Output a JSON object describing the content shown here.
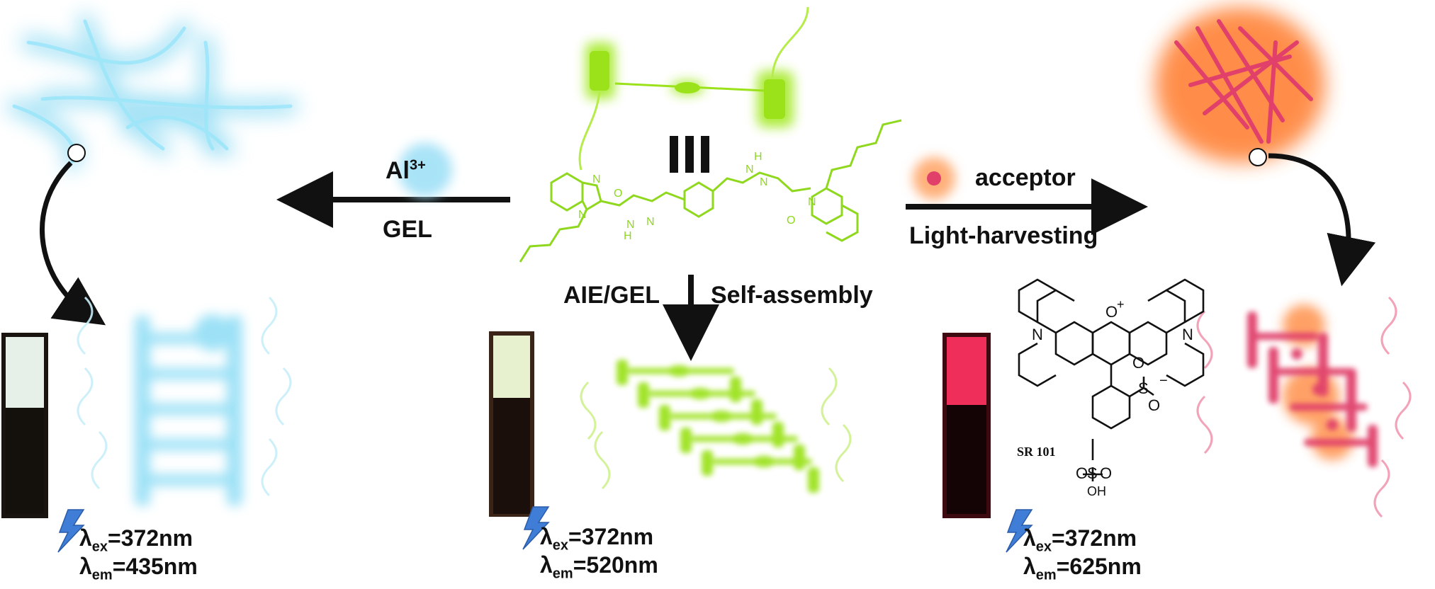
{
  "labels": {
    "metal_ion": "Al",
    "metal_ion_charge": "3+",
    "gel": "GEL",
    "aie_gel": "AIE/GEL",
    "self_assembly": "Self-assembly",
    "acceptor": "acceptor",
    "light_harvesting": "Light-harvesting",
    "dye_name": "SR 101"
  },
  "spectra": [
    {
      "ex_symbol": "λ",
      "ex_sub": "ex",
      "ex_value": "=372nm",
      "em_symbol": "λ",
      "em_sub": "em",
      "em_value": "=435nm"
    },
    {
      "ex_symbol": "λ",
      "ex_sub": "ex",
      "ex_value": "=372nm",
      "em_symbol": "λ",
      "em_sub": "em",
      "em_value": "=520nm"
    },
    {
      "ex_symbol": "λ",
      "ex_sub": "ex",
      "ex_value": "=372nm",
      "em_symbol": "λ",
      "em_sub": "em",
      "em_value": "=625nm"
    }
  ],
  "chem_atoms": {
    "n": "N",
    "h": "H",
    "o": "O",
    "oplus": "O",
    "plus": "+",
    "minus": "−",
    "s": "S",
    "oh": "OH"
  },
  "colors": {
    "blue_glow": "#7fd6f2",
    "green_glow": "#9be21a",
    "orange_glow": "#ff6a1a",
    "pink": "#e0406a",
    "arrow": "#111111"
  }
}
